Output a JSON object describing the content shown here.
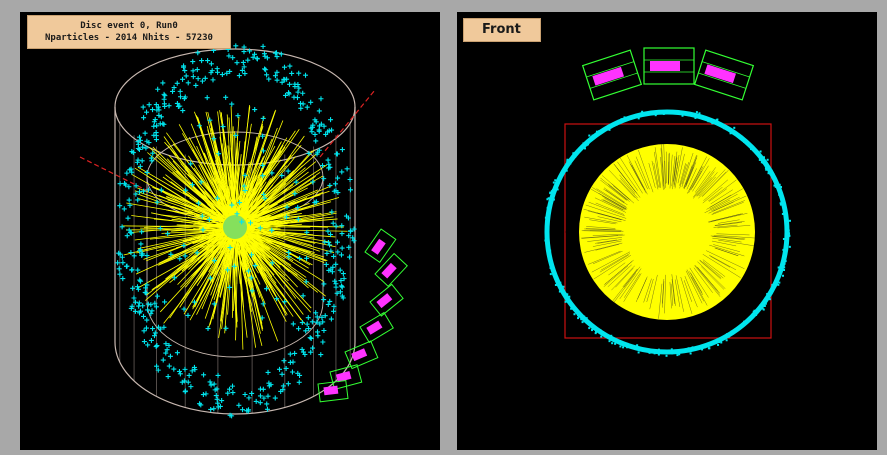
{
  "event": {
    "line1": "Disc event 0, Run0",
    "line2": "Nparticles - 2014  Nhits - 57230"
  },
  "views": {
    "perspective": {
      "label": ""
    },
    "front": {
      "label": "Front"
    }
  },
  "colors": {
    "background": "#000000",
    "frame": "#a8a8a8",
    "label_bg": "#f0c99b",
    "tracks": "#ffff00",
    "hits": "#00e5ee",
    "detector_outline": "#c8b8b0",
    "calorimeter": "#ff33ff",
    "calorimeter_outline": "#33ff33",
    "frame_box": "#cc1111"
  }
}
